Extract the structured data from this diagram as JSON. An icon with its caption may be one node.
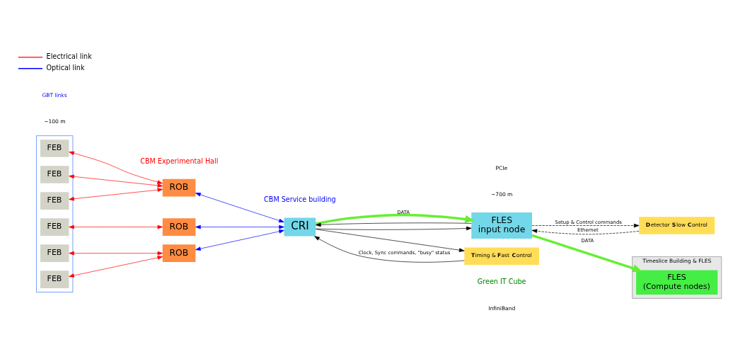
{
  "diagram": {
    "nodes": [
      {
        "text": [],
        "shape": "box"
      },
      {
        "text": [
          "FEB"
        ],
        "in": 0
      },
      {
        "text": [
          "FEB"
        ],
        "in": 0
      },
      {
        "text": [
          "FEB"
        ],
        "in": 0
      },
      {
        "text": [
          "FEB"
        ],
        "in": 0
      },
      {
        "text": [
          "FEB"
        ],
        "in": 0
      },
      {
        "text": [
          "FEB"
        ],
        "in": 0
      },
      {
        "text": [
          "ROB"
        ]
      },
      {
        "text": [
          "ROB"
        ]
      },
      {
        "text": [
          "ROB"
        ]
      },
      {
        "text": [
          "CRI"
        ]
      },
      {
        "text": [
          "FLES",
          "input node"
        ]
      },
      {
        "text": [
          "Timeslice Building & FLES"
        ]
      },
      {
        "text": [
          "FLES",
          "(Compute nodes)"
        ],
        "in": 12
      },
      {
        "text": [
          "**T**iming & **F**ast **C**ontrol"
        ]
      },
      {
        "text": [
          "**D**etector **S**low **C**ontrol"
        ]
      }
    ],
    "edges": [
      {
        "from": 1,
        "to": 7,
        "arrow": "both",
        "color": "#ff0000"
      },
      {
        "from": 2,
        "to": 7,
        "arrow": "both",
        "color": "#ff0000"
      },
      {
        "from": 3,
        "to": 7,
        "arrow": "both",
        "color": "#ff0000"
      },
      {
        "from": 4,
        "to": 8,
        "arrow": "both",
        "color": "#ff0000"
      },
      {
        "from": 5,
        "to": 9,
        "arrow": "both",
        "color": "#ff0000"
      },
      {
        "from": 6,
        "to": 9,
        "arrow": "both",
        "color": "#ff0000"
      },
      {
        "from": 7,
        "to": 10,
        "arrow": "both",
        "color": "#0000ff"
      },
      {
        "from": 8,
        "to": 10,
        "arrow": "both",
        "color": "#0000ff"
      },
      {
        "from": 9,
        "to": 10,
        "arrow": "both",
        "color": "#0000ff"
      },
      {
        "from": 10,
        "to": 11,
        "arrow": "to",
        "label": "DATA",
        "style": "thick",
        "color": "#66ee33"
      },
      {
        "from": 11,
        "to": 13,
        "arrow": "to",
        "label": "DATA",
        "style": "thick",
        "color": "#66ee33"
      },
      {
        "from": 11,
        "to": 10,
        "arrow": "to",
        "color": "#000000"
      },
      {
        "from": 10,
        "to": 11,
        "arrow": "to",
        "color": "#000000"
      },
      {
        "from": 14,
        "to": 10,
        "arrow": "to",
        "label": "Clock, Sync commands, \"busy\" status",
        "color": "#000000"
      },
      {
        "from": 10,
        "to": 14,
        "arrow": "to",
        "color": "#000000"
      },
      {
        "from": 11,
        "to": 15,
        "arrow": "to",
        "label": "Setup & Control commands",
        "style": "dashed",
        "color": "#000000"
      },
      {
        "from": 15,
        "to": 11,
        "arrow": "to",
        "label": "Ethernet",
        "style": "dashed",
        "color": "#000000"
      }
    ],
    "labels": [
      "CBM Experimental Hall",
      "CBM Service building",
      "Green IT Cube",
      "~100 m",
      "~700 m",
      "GBT links",
      "PCIe",
      "InfiniBand"
    ],
    "legend": [
      {
        "text": "Electrical link"
      },
      {
        "text": "Optical link"
      }
    ]
  }
}
